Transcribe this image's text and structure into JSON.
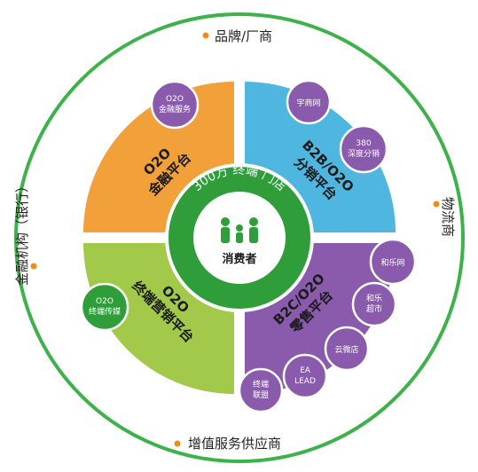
{
  "colors": {
    "ring": "#3db14a",
    "dot": "#e88f1a",
    "orange": "#f2a03a",
    "blue": "#4fb6e0",
    "green": "#a3c94a",
    "purple": "#8a5aad",
    "center_ring": "#2f9e3a",
    "bubble": "#8a5aad",
    "bubble_green": "#2f9e3a",
    "family": "#2f9e3a"
  },
  "outer": {
    "top": "品牌/厂商",
    "right": "物流商",
    "bottom": "增值服务供应商",
    "left": "金融机构（银行）"
  },
  "quadrants": {
    "finance": {
      "line1": "O2O",
      "line2": "金融平台"
    },
    "distribution": {
      "line1": "B2B/O2O",
      "line2": "分销平台"
    },
    "marketing": {
      "line1": "O2O",
      "line2": "终端营销平台"
    },
    "retail": {
      "line1": "B2C/O2O",
      "line2": "零售平台"
    }
  },
  "bubbles": {
    "o2o_finance_service": {
      "line1": "O2O",
      "line2": "金融服务"
    },
    "yushang": {
      "line1": "宇商网"
    },
    "deep_dist": {
      "line1": "380",
      "line2": "深度分销"
    },
    "hele_net": {
      "line1": "和乐网"
    },
    "hele_market": {
      "line1": "和乐",
      "line2": "超市"
    },
    "weidian": {
      "line1": "云微店"
    },
    "ea_lead": {
      "line1": "EA",
      "line2": "LEAD"
    },
    "alliance": {
      "line1": "终端",
      "line2": "联盟"
    },
    "o2o_media": {
      "line1": "O2O",
      "line2": "终端传媒"
    }
  },
  "center": {
    "arc": "300万 终端 门店",
    "label": "消费者",
    "icon": "family-icon"
  }
}
